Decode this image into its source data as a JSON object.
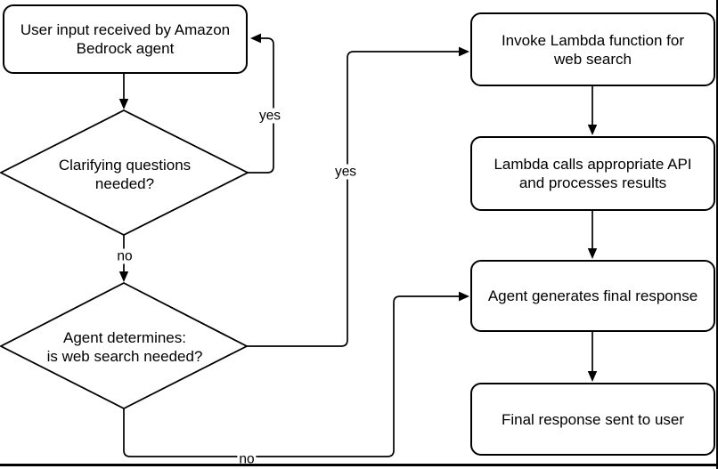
{
  "diagram": {
    "type": "flowchart",
    "colors": {
      "stroke": "#000000",
      "shape_fill": "#ffffff",
      "background": "#ffffff",
      "text": "#000000"
    },
    "nodes": {
      "user_input": {
        "kind": "process",
        "lines": [
          "User input received by Amazon",
          "Bedrock agent"
        ]
      },
      "clarifying": {
        "kind": "decision",
        "lines": [
          "Clarifying questions",
          "needed?"
        ]
      },
      "web_search_needed": {
        "kind": "decision",
        "lines": [
          "Agent determines:",
          "is web search needed?"
        ]
      },
      "invoke_lambda": {
        "kind": "process",
        "lines": [
          "Invoke Lambda function for",
          "web search"
        ]
      },
      "lambda_api": {
        "kind": "process",
        "lines": [
          "Lambda calls appropriate API",
          "and processes results"
        ]
      },
      "agent_final": {
        "kind": "process",
        "lines": [
          "Agent generates final response"
        ]
      },
      "final_sent": {
        "kind": "process",
        "lines": [
          "Final response sent to user"
        ]
      }
    },
    "edges": {
      "user_to_clarifying": {
        "label": ""
      },
      "clarifying_to_user_yes": {
        "label": "yes"
      },
      "clarifying_to_search_no": {
        "label": "no"
      },
      "search_to_invoke_yes": {
        "label": "yes"
      },
      "search_to_agent_no": {
        "label": "no"
      },
      "invoke_to_lambda_api": {
        "label": ""
      },
      "lambda_api_to_agent": {
        "label": ""
      },
      "agent_to_final_sent": {
        "label": ""
      }
    }
  }
}
